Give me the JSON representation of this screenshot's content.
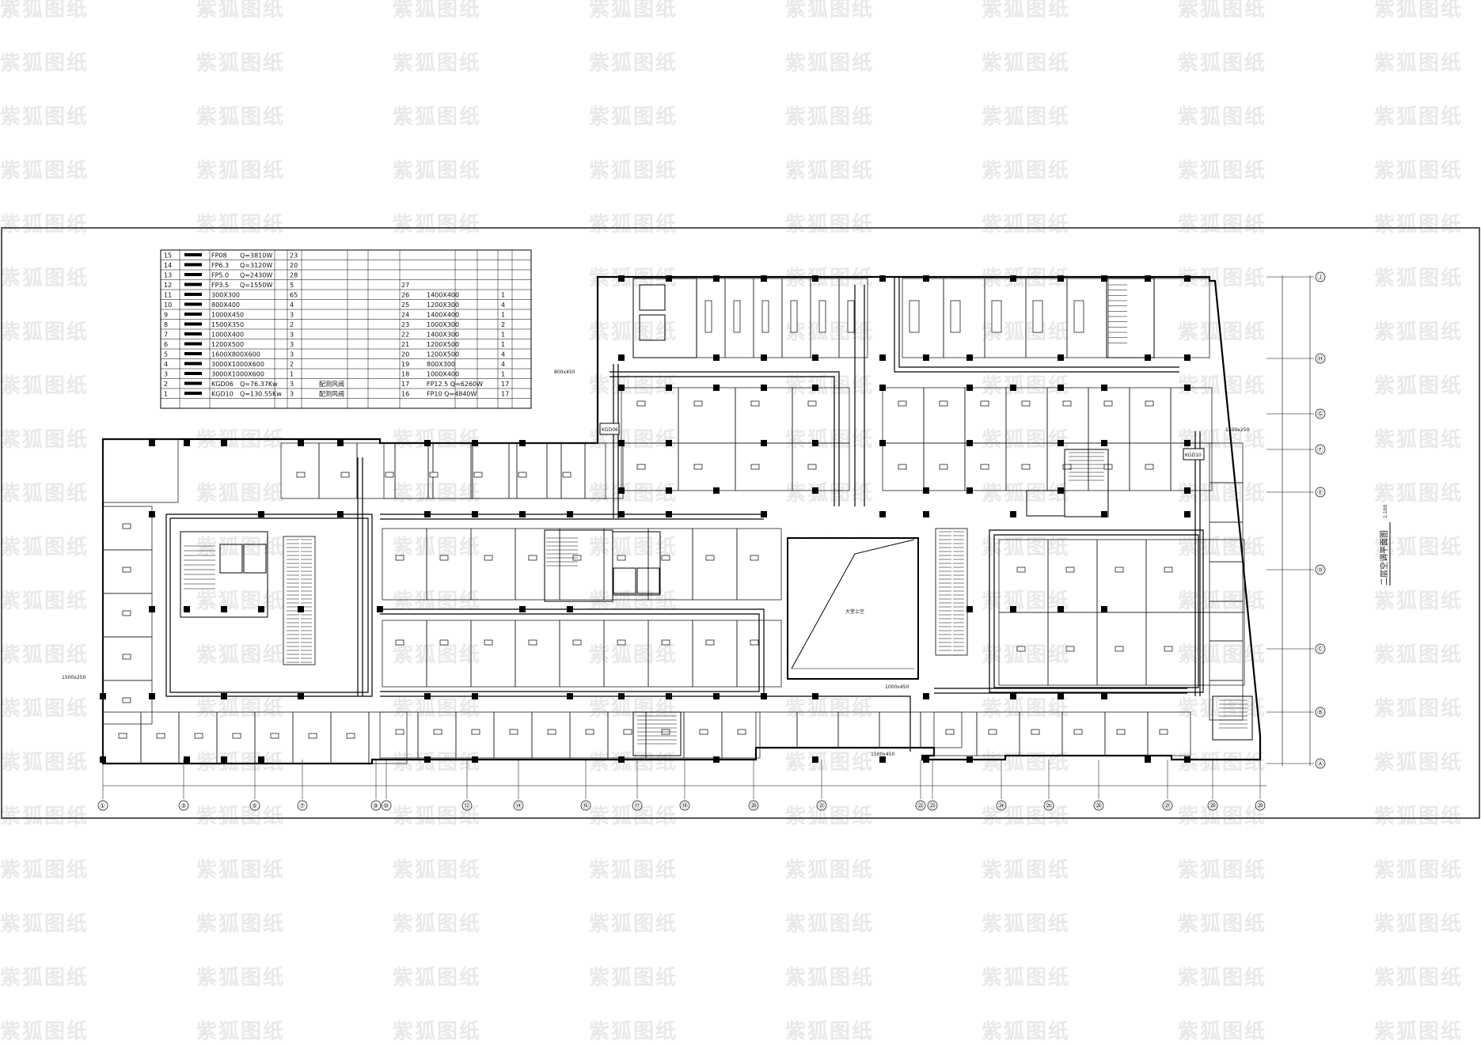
{
  "watermark": {
    "text": "紫狐图纸"
  },
  "equipment_table": {
    "rows": [
      {
        "no": "15",
        "model": "FP08",
        "spec": "Q=3810W",
        "qty": "23"
      },
      {
        "no": "14",
        "model": "FP6.3",
        "spec": "Q=3120W",
        "qty": "20"
      },
      {
        "no": "13",
        "model": "FP5.0",
        "spec": "Q=2430W",
        "qty": "28"
      },
      {
        "no": "12",
        "model": "FP3.5",
        "spec": "Q=1550W",
        "qty": "5",
        "no2": "27"
      },
      {
        "no": "11",
        "model": "300X300",
        "qty": "65",
        "no2": "26",
        "spec2": "1400X400",
        "qty2": "1"
      },
      {
        "no": "10",
        "model": "800X400",
        "qty": "4",
        "no2": "25",
        "spec2": "1200X300",
        "qty2": "4"
      },
      {
        "no": "9",
        "model": "1000X450",
        "qty": "3",
        "no2": "24",
        "spec2": "1400X400",
        "qty2": "1"
      },
      {
        "no": "8",
        "model": "1500X350",
        "qty": "2",
        "no2": "23",
        "spec2": "1000X300",
        "qty2": "2"
      },
      {
        "no": "7",
        "model": "1000X400",
        "qty": "3",
        "no2": "22",
        "spec2": "1400X300",
        "qty2": "1"
      },
      {
        "no": "6",
        "model": "1200X500",
        "qty": "3",
        "no2": "21",
        "spec2": "1200X500",
        "qty2": "1"
      },
      {
        "no": "5",
        "model": "1600X800X600",
        "qty": "3",
        "no2": "20",
        "spec2": "1200X500",
        "qty2": "4"
      },
      {
        "no": "4",
        "model": "3000X1000X600",
        "qty": "2",
        "no2": "19",
        "spec2": "800X300",
        "qty2": "4"
      },
      {
        "no": "3",
        "model": "3000X1000X600",
        "qty": "1",
        "no2": "18",
        "spec2": "1000X400",
        "qty2": "1"
      },
      {
        "no": "2",
        "model": "KGD06",
        "spec": "Q=76.37Kw",
        "qty": "3",
        "note": "配测风阀",
        "no2": "17",
        "spec2": "FP12.5  Q=6260W",
        "qty2": "17"
      },
      {
        "no": "1",
        "model": "KGD10",
        "spec": "Q=130.55Kw",
        "qty": "3",
        "note": "配测风阀",
        "no2": "16",
        "spec2": "FP10  Q=4840W",
        "qty2": "17"
      }
    ]
  },
  "labels": {
    "kgd06": "KGD06",
    "kgd10": "KGD10",
    "atrium": "大堂上空",
    "scale": "1:100",
    "drawing_title": "二层空调平面图"
  },
  "duct_sizes": [
    "1500x450",
    "1500x250",
    "1000x450",
    "800x450",
    "1500x250"
  ],
  "grid": {
    "bottom": [
      "①",
      "③",
      "⑤",
      "⑦",
      "⑨",
      "⑩",
      "⑫",
      "⑭",
      "⑯",
      "⑰",
      "⑱",
      "⑳",
      "㉑",
      "㉒",
      "㉓",
      "㉔",
      "㉕",
      "㉖",
      "㉗",
      "㉘",
      "㉙"
    ],
    "right": [
      "Ⓐ",
      "Ⓑ",
      "Ⓒ",
      "Ⓓ",
      "Ⓔ",
      "Ⓕ",
      "Ⓖ",
      "Ⓗ",
      "Ⓙ",
      "Ⓚ"
    ]
  }
}
